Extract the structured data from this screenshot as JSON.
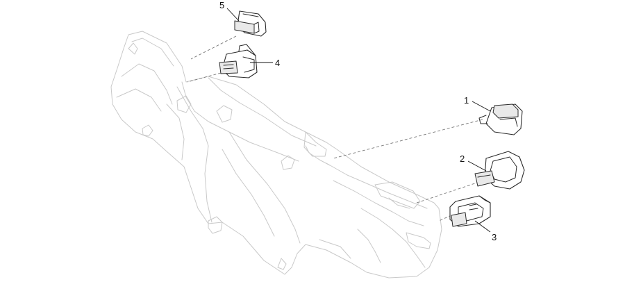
{
  "callouts": {
    "c1": "1",
    "c2": "2",
    "c3": "3",
    "c4": "4",
    "c5": "5"
  },
  "colors": {
    "line_dark": "#2a2a2a",
    "line_faint": "#c9c9c9",
    "background": "#ffffff"
  }
}
